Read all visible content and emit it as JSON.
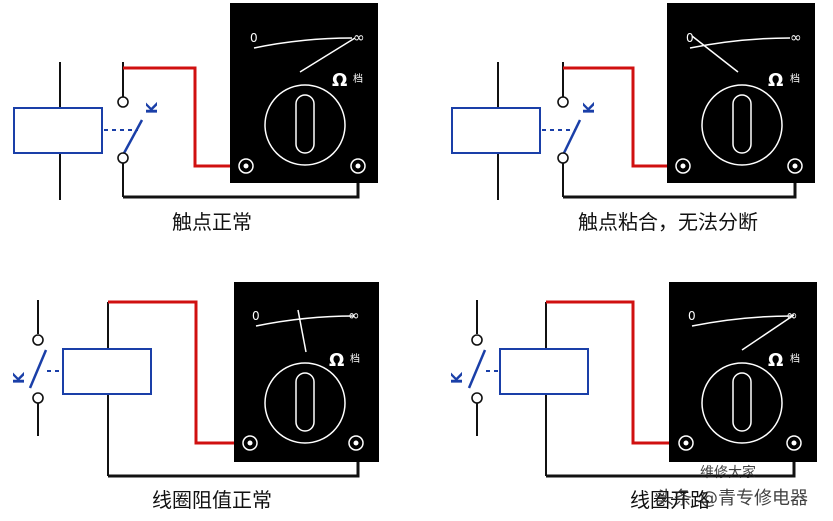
{
  "colors": {
    "coil": "#1a3fa8",
    "contact": "#1a3fa8",
    "wire_red": "#d01010",
    "wire_black": "#111111",
    "meter_body": "#000000",
    "meter_lines": "#ffffff"
  },
  "meter": {
    "scale_zero": "0",
    "scale_inf": "∞",
    "ohm_symbol": "Ω",
    "range_char": "档"
  },
  "switch_label": "K",
  "panels": [
    {
      "id": "contact-normal",
      "caption": "触点正常"
    },
    {
      "id": "contact-stuck",
      "caption": "触点粘合，无法分断"
    },
    {
      "id": "coil-normal",
      "caption": "线圈阻值正常"
    },
    {
      "id": "coil-open",
      "caption": "线圈开路"
    }
  ],
  "watermark": {
    "left": "头条",
    "right": "@青专修电器",
    "top": "维修大家"
  }
}
